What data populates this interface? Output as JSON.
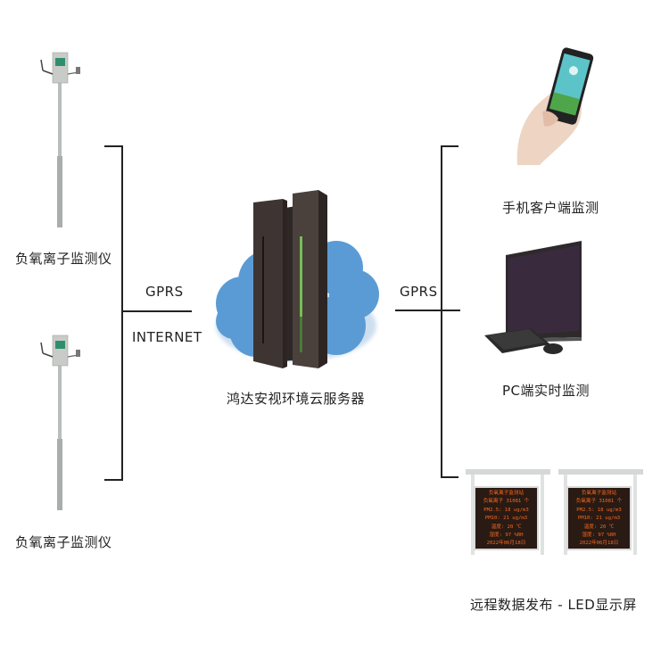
{
  "diagram": {
    "left_devices": [
      {
        "label": "负氧离子监测仪",
        "icon": "air-ion-sensor-pole"
      },
      {
        "label": "负氧离子监测仪",
        "icon": "air-ion-sensor-pole"
      }
    ],
    "left_link": {
      "top_label": "GPRS",
      "bottom_label": "INTERNET"
    },
    "server": {
      "label": "鸿达安视环境云服务器",
      "icon": "cloud-server"
    },
    "right_link": {
      "label": "GPRS"
    },
    "right_endpoints": [
      {
        "label": "手机客户端监测",
        "icon": "smartphone-in-hand"
      },
      {
        "label": "PC端实时监测",
        "icon": "desktop-computer"
      },
      {
        "label": "远程数据发布 - LED显示屏",
        "icon": "led-display-board"
      }
    ],
    "led_screen_lines": [
      "负氧离子监测站",
      "负氧离子 31081 个",
      "PM2.5: 18 ug/m3",
      "PM10: 21 ug/m3",
      "温度: 20 ℃",
      "湿度: 97 %RH",
      "2022年06月18日"
    ],
    "colors": {
      "cloud": "#5b9bd5",
      "server_body": "#3b3330",
      "server_led": "#7dd35a",
      "led_text": "#f06a20",
      "line": "#222222"
    }
  }
}
